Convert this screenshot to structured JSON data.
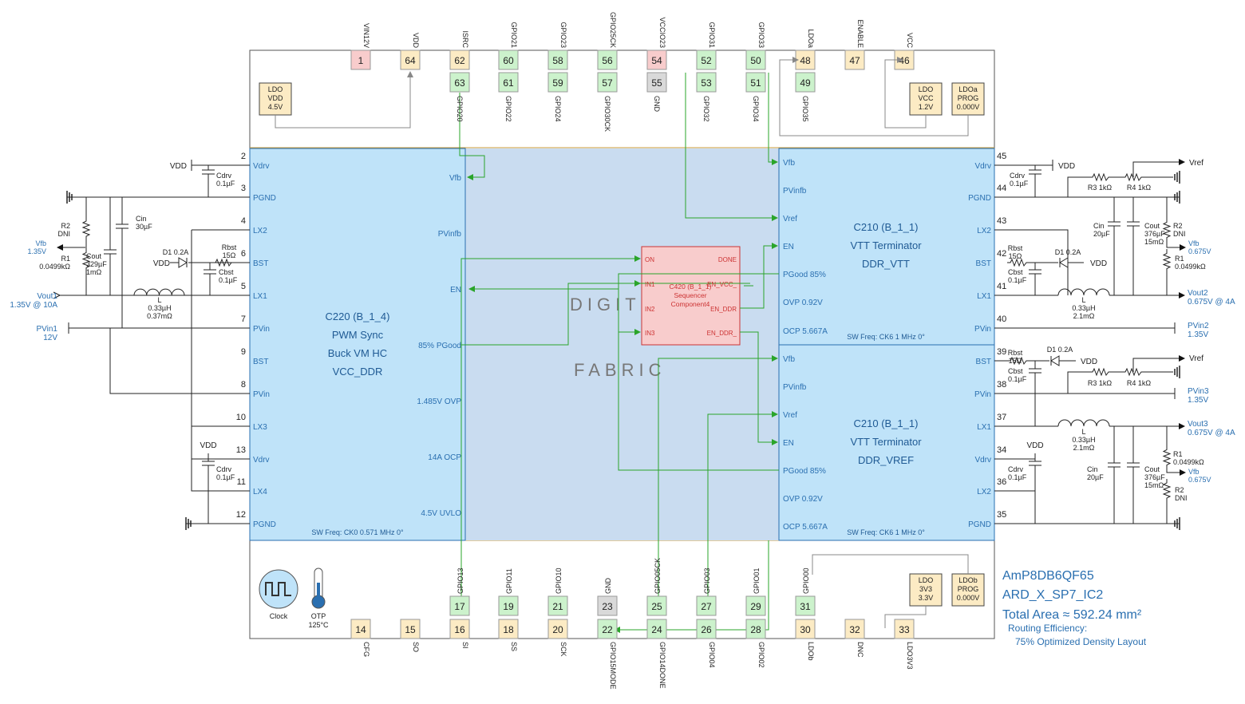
{
  "chip": {
    "part": "AmP8DB6QF65",
    "board": "ARD_X_SP7_IC2",
    "area": "Total Area ≈ 592.24 mm²",
    "routing_title": "Routing Efficiency:",
    "routing_value": "75% Optimized Density Layout"
  },
  "fabric": {
    "line1": "DIGIT",
    "line2": "FABRIC"
  },
  "colors": {
    "pin_green": "#ccf2cc",
    "pin_orange": "#fcebc4",
    "pin_red": "#f8cccc",
    "pin_gray": "#d9d9d9",
    "block_blue": "#bfe3f9",
    "fabric_blue": "#c9dcf0",
    "seq_fill": "#f8cccc",
    "wire_green": "#2aa52a",
    "text_blue": "#2a6fb0",
    "text_red": "#cc3333"
  },
  "top_pins": [
    {
      "num": "1",
      "label": "VIN12V",
      "color": "red"
    },
    {
      "num": "64",
      "label": "VDD",
      "color": "orange"
    },
    {
      "num": "62",
      "label": "ISRC",
      "color": "orange"
    },
    {
      "num": "60",
      "label": "GPIO21",
      "color": "green"
    },
    {
      "num": "58",
      "label": "GPIO23",
      "color": "green"
    },
    {
      "num": "56",
      "label": "GPIO25CK",
      "color": "green"
    },
    {
      "num": "54",
      "label": "VCCIO23",
      "color": "red"
    },
    {
      "num": "52",
      "label": "GPIO31",
      "color": "green"
    },
    {
      "num": "50",
      "label": "GPIO33",
      "color": "green"
    },
    {
      "num": "48",
      "label": "LDOa",
      "color": "orange"
    },
    {
      "num": "47",
      "label": "ENABLE",
      "color": "orange"
    },
    {
      "num": "46",
      "label": "VCC",
      "color": "orange"
    }
  ],
  "top_pins2": [
    {
      "num": "63",
      "label": "GPIO20",
      "color": "green"
    },
    {
      "num": "61",
      "label": "GPIO22",
      "color": "green"
    },
    {
      "num": "59",
      "label": "GPIO24",
      "color": "green"
    },
    {
      "num": "57",
      "label": "GPIO30CK",
      "color": "green"
    },
    {
      "num": "55",
      "label": "GND",
      "color": "gray"
    },
    {
      "num": "53",
      "label": "GPIO32",
      "color": "green"
    },
    {
      "num": "51",
      "label": "GPIO34",
      "color": "green"
    },
    {
      "num": "49",
      "label": "GPIO35",
      "color": "green"
    }
  ],
  "bottom_pins_upper": [
    {
      "num": "17",
      "label": "GPIO13",
      "color": "green"
    },
    {
      "num": "19",
      "label": "GPIO11",
      "color": "green"
    },
    {
      "num": "21",
      "label": "GPIO10",
      "color": "green"
    },
    {
      "num": "23",
      "label": "GND",
      "color": "gray"
    },
    {
      "num": "25",
      "label": "GPIO05CK",
      "color": "green"
    },
    {
      "num": "27",
      "label": "GPIO03",
      "color": "green"
    },
    {
      "num": "29",
      "label": "GPIO01",
      "color": "green"
    },
    {
      "num": "31",
      "label": "GPIO00",
      "color": "green"
    }
  ],
  "bottom_pins_lower": [
    {
      "num": "14",
      "label": "CFG",
      "color": "orange"
    },
    {
      "num": "15",
      "label": "SO",
      "color": "orange"
    },
    {
      "num": "16",
      "label": "SI",
      "color": "orange"
    },
    {
      "num": "18",
      "label": "SS",
      "color": "orange"
    },
    {
      "num": "20",
      "label": "SCK",
      "color": "orange"
    },
    {
      "num": "22",
      "label": "GPIO15MODE",
      "color": "green"
    },
    {
      "num": "24",
      "label": "GPIO14DONE",
      "color": "green"
    },
    {
      "num": "26",
      "label": "GPIO04",
      "color": "green"
    },
    {
      "num": "28",
      "label": "GPIO02",
      "color": "green"
    },
    {
      "num": "30",
      "label": "LDOb",
      "color": "orange"
    },
    {
      "num": "32",
      "label": "DNC",
      "color": "orange"
    },
    {
      "num": "33",
      "label": "LDO3V3",
      "color": "orange"
    }
  ],
  "ldo_boxes": {
    "ldo_vdd": [
      "LDO",
      "VDD",
      "4.5V"
    ],
    "ldo_vcc": [
      "LDO",
      "VCC",
      "1.2V"
    ],
    "ldoa_prog": [
      "LDOa",
      "PROG",
      "0.000V"
    ],
    "ldo_3v3": [
      "LDO",
      "3V3",
      "3.3V"
    ],
    "ldob_prog": [
      "LDOb",
      "PROG",
      "0.000V"
    ]
  },
  "clock": {
    "label": "Clock"
  },
  "otp": {
    "label": "OTP",
    "value": "125°C"
  },
  "c220": {
    "title": [
      "C220 (B_1_4)",
      "PWM Sync",
      "Buck VM HC",
      "VCC_DDR"
    ],
    "left_pins": [
      {
        "num": "2",
        "name": "Vdrv"
      },
      {
        "num": "3",
        "name": "PGND"
      },
      {
        "num": "4",
        "name": "LX2"
      },
      {
        "num": "6",
        "name": "BST"
      },
      {
        "num": "5",
        "name": "LX1"
      },
      {
        "num": "7",
        "name": "PVin"
      },
      {
        "num": "9",
        "name": "BST"
      },
      {
        "num": "8",
        "name": "PVin"
      },
      {
        "num": "10",
        "name": "LX3"
      },
      {
        "num": "13",
        "name": "Vdrv"
      },
      {
        "num": "11",
        "name": "LX4"
      },
      {
        "num": "12",
        "name": "PGND"
      }
    ],
    "right_pins": [
      "Vfb",
      "PVinfb",
      "EN",
      "85% PGood",
      "1.485V OVP",
      "14A OCP",
      "4.5V UVLO"
    ],
    "sw_freq": "SW Freq: CK0 0.571 MHz 0°"
  },
  "c210_vtt": {
    "title": [
      "C210 (B_1_1)",
      "VTT Terminator",
      "DDR_VTT"
    ],
    "left_pins": [
      "Vfb",
      "PVinfb",
      "Vref",
      "EN",
      "PGood 85%",
      "OVP 0.92V",
      "OCP 5.667A"
    ],
    "right_pins": [
      {
        "num": "45",
        "name": "Vdrv"
      },
      {
        "num": "44",
        "name": "PGND"
      },
      {
        "num": "43",
        "name": "LX2"
      },
      {
        "num": "42",
        "name": "BST"
      },
      {
        "num": "41",
        "name": "LX1"
      },
      {
        "num": "40",
        "name": "PVin"
      }
    ],
    "sw_freq": "SW Freq: CK6 1 MHz 0°"
  },
  "c210_vref": {
    "title": [
      "C210 (B_1_1)",
      "VTT Terminator",
      "DDR_VREF"
    ],
    "left_pins": [
      "Vfb",
      "PVinfb",
      "Vref",
      "EN",
      "PGood 85%",
      "OVP 0.92V",
      "OCP 5.667A"
    ],
    "right_pins": [
      {
        "num": "39",
        "name": "BST"
      },
      {
        "num": "38",
        "name": "PVin"
      },
      {
        "num": "37",
        "name": "LX1"
      },
      {
        "num": "34",
        "name": "Vdrv"
      },
      {
        "num": "36",
        "name": "LX2"
      },
      {
        "num": "35",
        "name": "PGND"
      }
    ],
    "sw_freq": "SW Freq: CK6 1 MHz 0°"
  },
  "sequencer": {
    "title": [
      "C420 (B_1_1)",
      "Sequencer",
      "Component4"
    ],
    "inputs": [
      "ON",
      "IN1",
      "IN2",
      "IN3"
    ],
    "outputs": [
      "DONE",
      "EN_VCC_",
      "EN_DDR",
      "EN_DDR_"
    ]
  },
  "left_ext": {
    "vdd": "VDD",
    "cdrv1": [
      "Cdrv",
      "0.1µF"
    ],
    "r2": [
      "R2",
      "DNI"
    ],
    "cin": [
      "Cin",
      "30µF"
    ],
    "vfb": [
      "Vfb",
      "1.35V"
    ],
    "r1": [
      "R1",
      "0.0499kΩ"
    ],
    "cout": [
      "Cout",
      "329µF",
      "1mΩ"
    ],
    "d1": "D1 0.2A",
    "vdd2": "VDD",
    "rbst": [
      "Rbst",
      "15Ω"
    ],
    "cbst": [
      "Cbst",
      "0.1µF"
    ],
    "vout1": [
      "Vout1",
      "1.35V @ 10A"
    ],
    "l": [
      "L",
      "0.33µH",
      "0.37mΩ"
    ],
    "pvin1": [
      "PVin1",
      "12V"
    ],
    "vdd3": "VDD",
    "cdrv2": [
      "Cdrv",
      "0.1µF"
    ]
  },
  "right_ext_top": {
    "vdd": "VDD",
    "cdrv": [
      "Cdrv",
      "0.1µF"
    ],
    "vref": "Vref",
    "r3": "R3 1kΩ",
    "r4": "R4 1kΩ",
    "cin": [
      "Cin",
      "20µF"
    ],
    "cout": [
      "Cout",
      "376µF",
      "15mΩ"
    ],
    "r2": [
      "R2",
      "DNI"
    ],
    "vfb": [
      "Vfb",
      "0.675V"
    ],
    "r1": [
      "R1",
      "0.0499kΩ"
    ],
    "rbst": [
      "Rbst",
      "15Ω"
    ],
    "cbst": [
      "Cbst",
      "0.1µF"
    ],
    "d1": "D1 0.2A",
    "vdd2": "VDD",
    "l": [
      "L",
      "0.33µH",
      "2.1mΩ"
    ],
    "vout2": [
      "Vout2",
      "0.675V @ 4A"
    ],
    "pvin2": [
      "PVin2",
      "1.35V"
    ]
  },
  "right_ext_bottom": {
    "rbst": [
      "Rbst",
      "15Ω"
    ],
    "cbst": [
      "Cbst",
      "0.1µF"
    ],
    "d1": "D1 0.2A",
    "vdd": "VDD",
    "vref": "Vref",
    "r3": "R3 1kΩ",
    "r4": "R4 1kΩ",
    "pvin3": [
      "PVin3",
      "1.35V"
    ],
    "l": [
      "L",
      "0.33µH",
      "2.1mΩ"
    ],
    "vout3": [
      "Vout3",
      "0.675V @ 4A"
    ],
    "vdd2": "VDD",
    "r1": [
      "R1",
      "0.0499kΩ"
    ],
    "cdrv": [
      "Cdrv",
      "0.1µF"
    ],
    "cin": [
      "Cin",
      "20µF"
    ],
    "cout": [
      "Cout",
      "376µF",
      "15mΩ"
    ],
    "vfb": [
      "Vfb",
      "0.675V"
    ],
    "r2": [
      "R2",
      "DNI"
    ]
  }
}
